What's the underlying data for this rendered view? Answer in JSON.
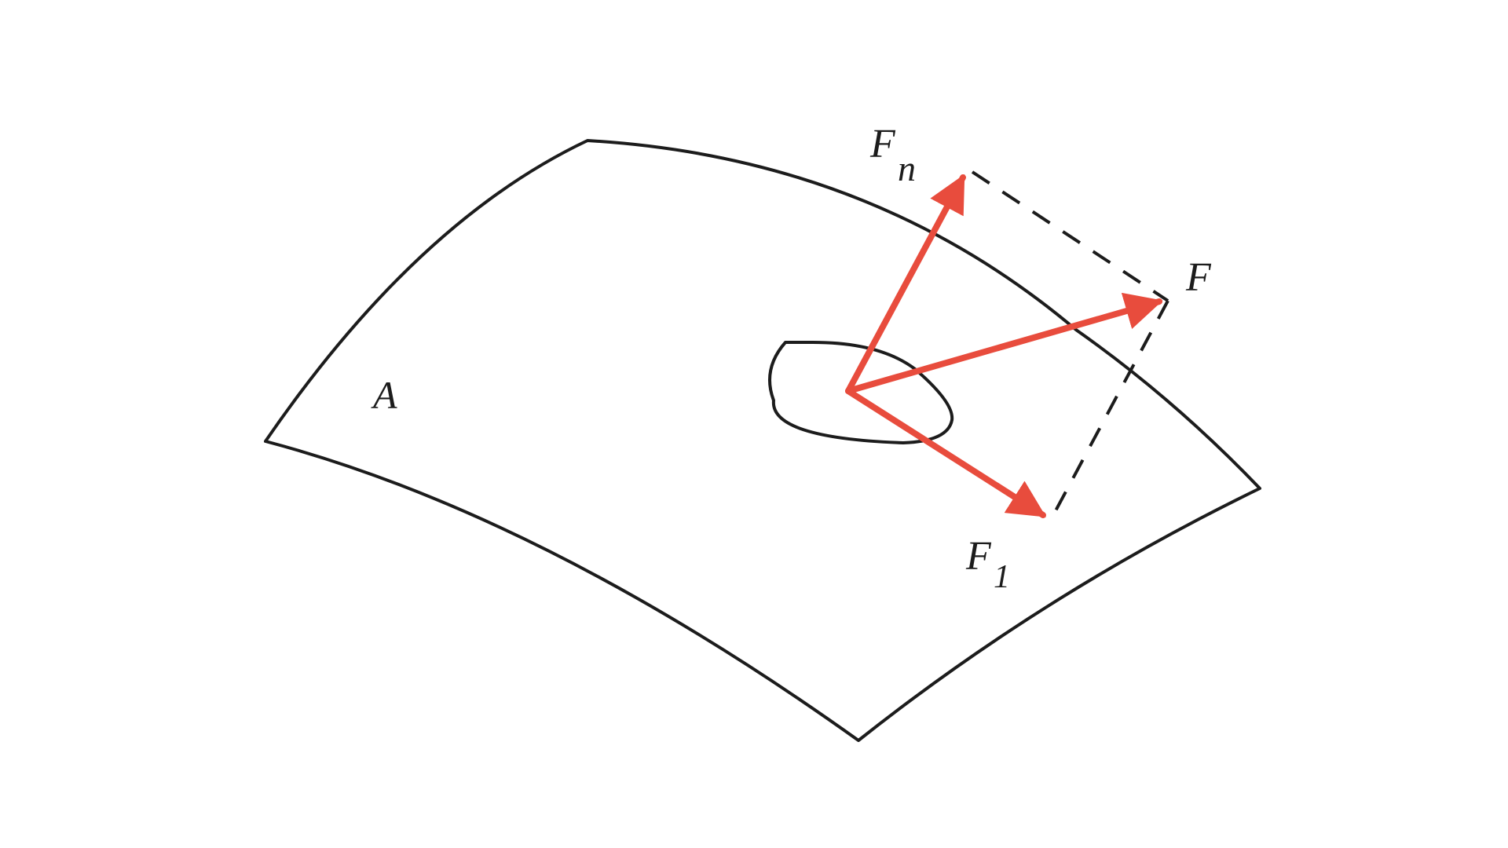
{
  "colors": {
    "background": "#ffffff",
    "outline": "#1c1c1c",
    "vector": "#e84c3d"
  },
  "labels": {
    "surface": "A",
    "force": "F",
    "normal_main": "F",
    "normal_sub": "n",
    "tangential_main": "F",
    "tangential_sub": "1"
  }
}
